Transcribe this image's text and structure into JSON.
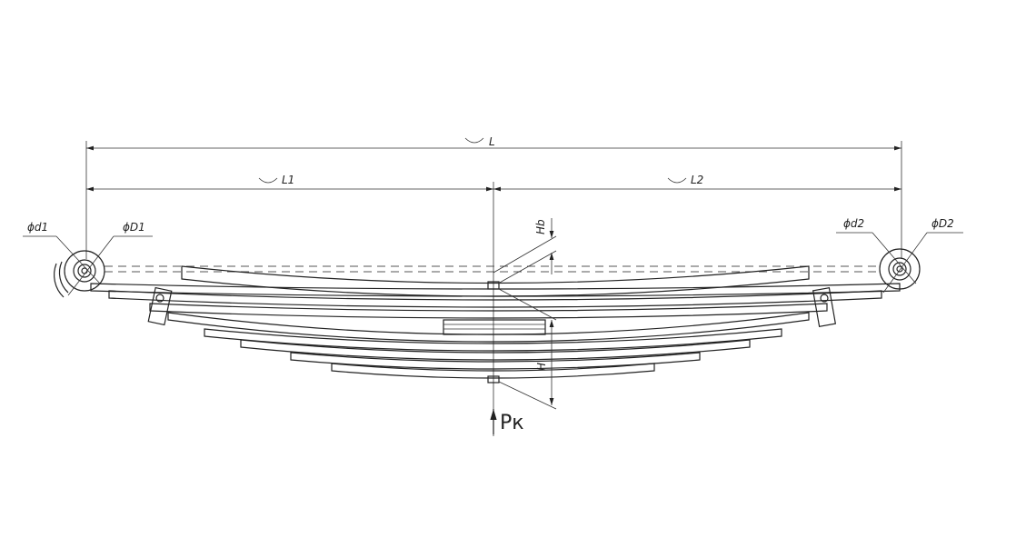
{
  "drawing": {
    "title": "Leaf spring assembly drawing",
    "labels": {
      "L": "L",
      "L1": "L1",
      "L2": "L2",
      "d1": "ϕd1",
      "D1": "ϕD1",
      "d2": "ϕd2",
      "D2": "ϕD2",
      "Hb": "Hb",
      "H": "H",
      "Pk": "Pк"
    }
  }
}
